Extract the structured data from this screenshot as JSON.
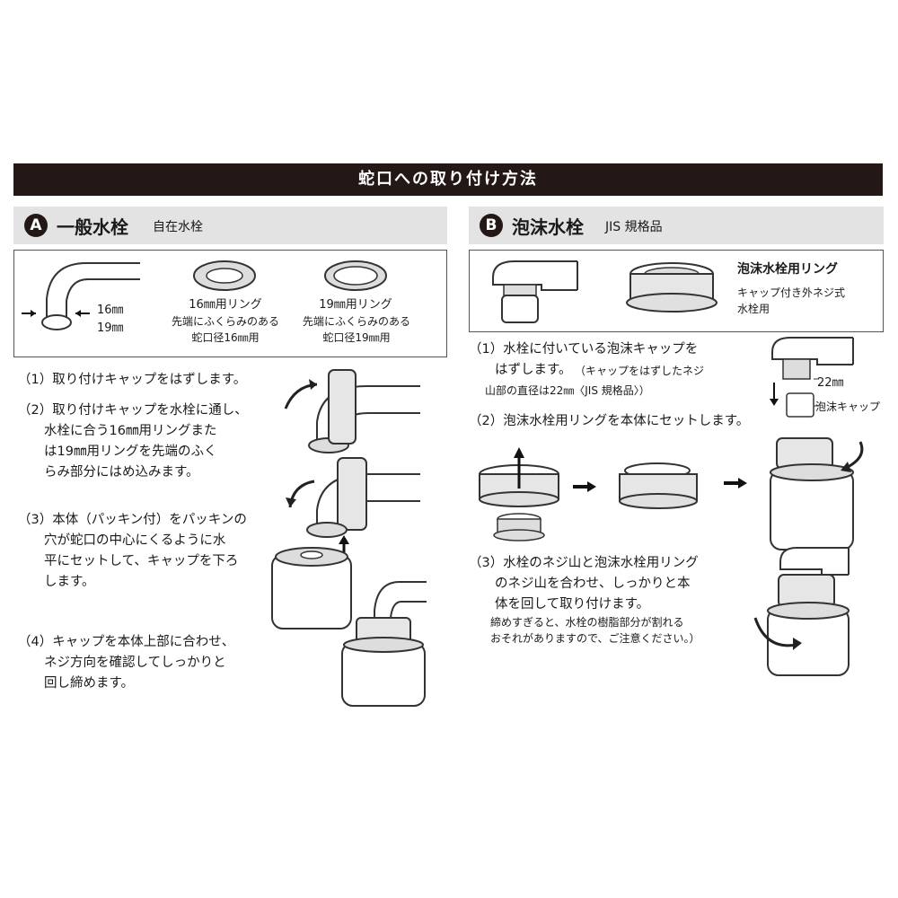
{
  "page_title": "蛇口への取り付け方法",
  "section_a": {
    "badge": "A",
    "title": "一般水栓",
    "subtitle": "自在水栓",
    "dim_16": "16㎜",
    "dim_19": "19㎜",
    "ring16_title": "16㎜用リング",
    "ring16_desc1": "先端にふくらみのある",
    "ring16_desc2": "蛇口径16㎜用",
    "ring19_title": "19㎜用リング",
    "ring19_desc1": "先端にふくらみのある",
    "ring19_desc2": "蛇口径19㎜用",
    "steps": [
      "（1）取り付けキャップをはずします。",
      "（2）取り付けキャップを水栓に通し、\n　　水栓に合う16㎜用リングまた\n　　は19㎜用リングを先端のふく\n　　らみ部分にはめ込みます。",
      "（3）本体（パッキン付）をパッキンの\n　　穴が蛇口の中心にくるように水\n　　平にセットして、キャップを下ろ\n　　します。",
      "（4）キャップを本体上部に合わせ、\n　　ネジ方向を確認してしっかりと\n　　回し締めます。"
    ]
  },
  "section_b": {
    "badge": "B",
    "title": "泡沫水栓",
    "subtitle": "JIS 規格品",
    "ring_title": "泡沫水栓用リング",
    "ring_desc1": "キャップ付き外ネジ式",
    "ring_desc2": "水栓用",
    "dim_22": "22㎜",
    "cap_label": "泡沫キャップ",
    "step1": "（1）水栓に付いている泡沫キャップを\n　　はずします。",
    "step1_note": "（キャップをはずしたネジ",
    "step1_note2": "山部の直径は22㎜〈JIS 規格品〉）",
    "step2": "（2）泡沫水栓用リングを本体にセットします。",
    "step3": "（3）水栓のネジ山と泡沫水栓用リング\n　　のネジ山を合わせ、しっかりと本\n　　体を回して取り付けます。",
    "step3_note": "締めすぎると、水栓の樹脂部分が割れる\nおそれがありますので、ご注意ください。）"
  }
}
